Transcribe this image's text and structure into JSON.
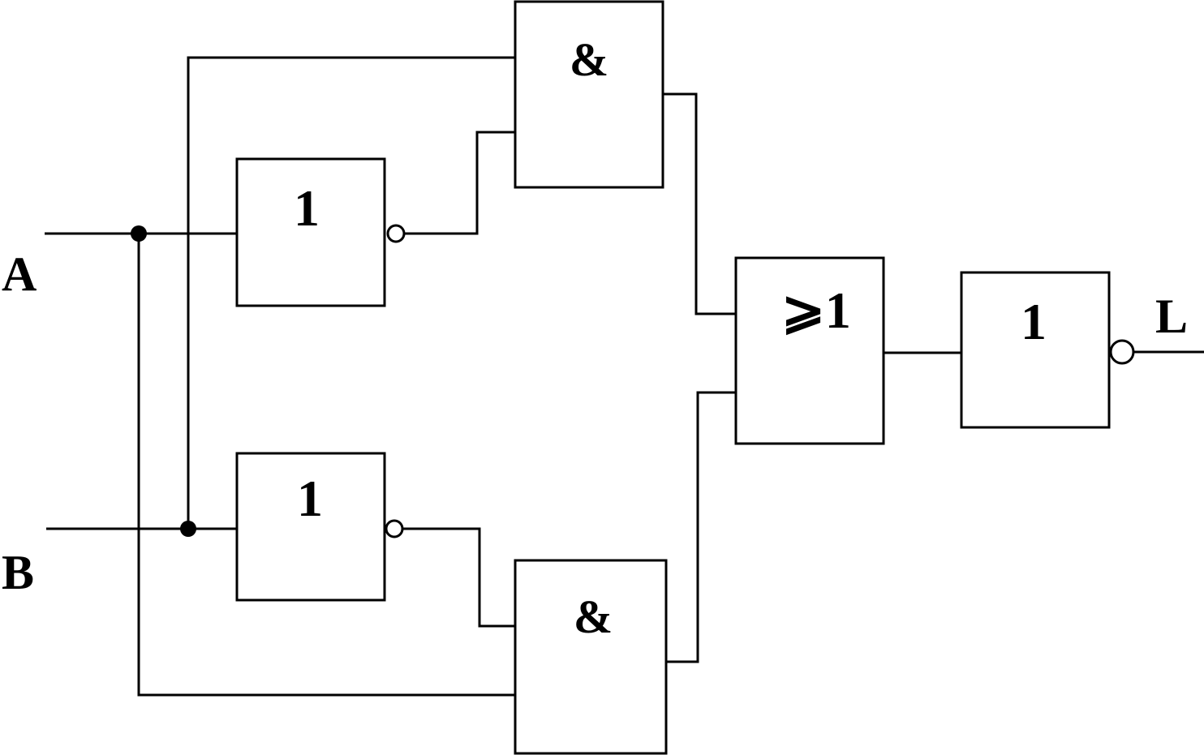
{
  "inputs": {
    "a": "A",
    "b": "B"
  },
  "output": {
    "l": "L"
  },
  "gates": {
    "not_a": "1",
    "not_b": "1",
    "and_top": "&",
    "and_bottom": "&",
    "or": "⩾1",
    "not_out": "1"
  },
  "colors": {
    "line": "#000000",
    "background": "#ffffff"
  }
}
